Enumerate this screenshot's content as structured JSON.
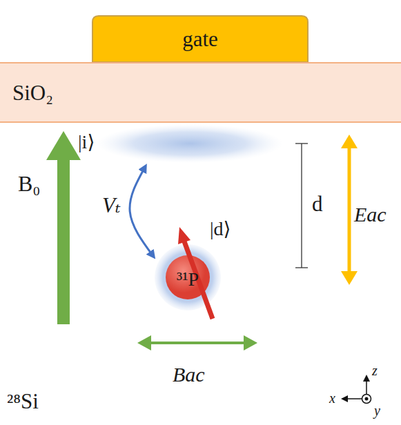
{
  "diagram": {
    "nodes": [
      {
        "text": [
          "gate"
        ]
      },
      {
        "text": [
          "SiO₂"
        ]
      },
      {
        "text": [
          "|i⟩"
        ]
      },
      {
        "text": [
          "|d⟩"
        ]
      },
      {
        "text": [
          "³¹P"
        ],
        "in": 3
      }
    ],
    "edges": [
      {
        "from": 2,
        "to": 3,
        "label": "Vₜ",
        "arrow": "both"
      }
    ],
    "labels": [
      "B₀",
      "d",
      "Eac",
      "Bac",
      "²⁸Si",
      "z",
      "x",
      "y"
    ]
  }
}
